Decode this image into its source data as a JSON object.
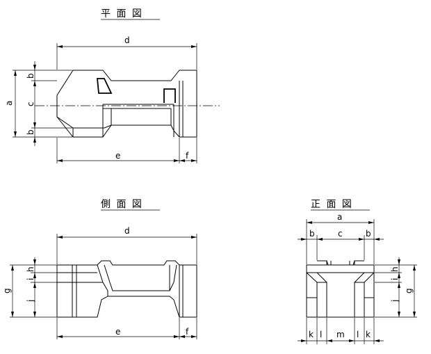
{
  "titles": {
    "plan": "平 面 図",
    "side": "側 面 図",
    "front": "正 面 図"
  },
  "labels": {
    "a": "a",
    "b": "b",
    "c": "c",
    "d": "d",
    "e": "e",
    "f": "f",
    "g": "g",
    "h": "h",
    "i": "i",
    "j": "j",
    "k": "k",
    "l": "l",
    "m": "m"
  }
}
